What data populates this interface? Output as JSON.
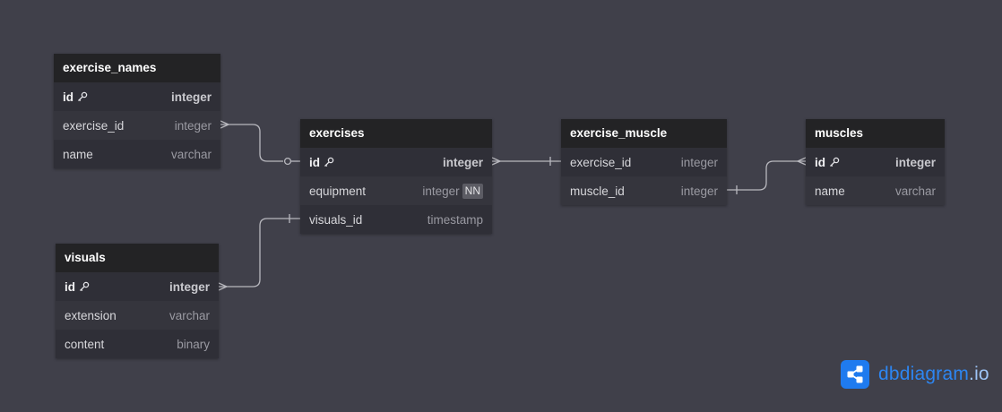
{
  "tables": {
    "exercise_names": {
      "name": "exercise_names",
      "fields": [
        {
          "name": "id",
          "type": "integer"
        },
        {
          "name": "exercise_id",
          "type": "integer"
        },
        {
          "name": "name",
          "type": "varchar"
        }
      ]
    },
    "visuals": {
      "name": "visuals",
      "fields": [
        {
          "name": "id",
          "type": "integer"
        },
        {
          "name": "extension",
          "type": "varchar"
        },
        {
          "name": "content",
          "type": "binary"
        }
      ]
    },
    "exercises": {
      "name": "exercises",
      "fields": [
        {
          "name": "id",
          "type": "integer"
        },
        {
          "name": "equipment",
          "type": "integer",
          "badge": "NN"
        },
        {
          "name": "visuals_id",
          "type": "timestamp"
        }
      ]
    },
    "exercise_muscle": {
      "name": "exercise_muscle",
      "fields": [
        {
          "name": "exercise_id",
          "type": "integer"
        },
        {
          "name": "muscle_id",
          "type": "integer"
        }
      ]
    },
    "muscles": {
      "name": "muscles",
      "fields": [
        {
          "name": "id",
          "type": "integer"
        },
        {
          "name": "name",
          "type": "varchar"
        }
      ]
    }
  },
  "icons": {
    "key": "key-icon",
    "brand": "share-nodes-icon"
  },
  "colors": {
    "background": "#40404a",
    "header": "#232325",
    "brand": "#2d86f2",
    "connector": "#b8b8be"
  },
  "brand": {
    "name": "dbdiagram",
    "suffix": ".io"
  }
}
